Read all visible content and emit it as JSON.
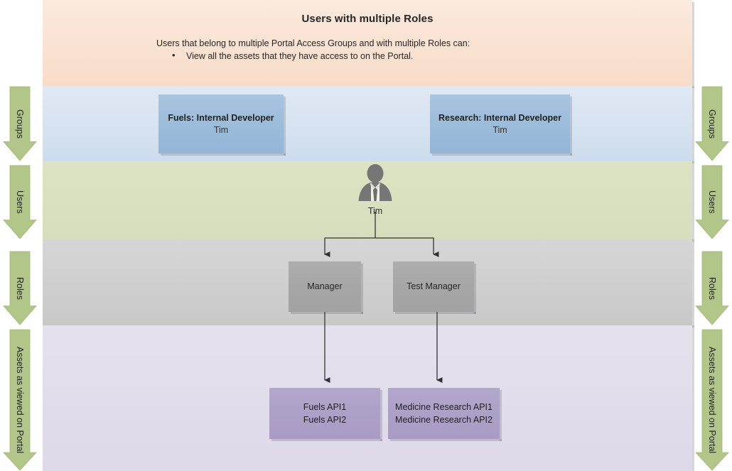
{
  "header": {
    "title": "Users with multiple Roles",
    "intro": "Users that belong to multiple Portal Access Groups and with multiple Roles can:",
    "bullets": [
      "View all the assets that they have access to on the Portal."
    ]
  },
  "swimlanes": [
    {
      "key": "groups",
      "label": "Groups"
    },
    {
      "key": "users",
      "label": "Users"
    },
    {
      "key": "roles",
      "label": "Roles"
    },
    {
      "key": "assets",
      "label": "Assets as viewed on Portal"
    }
  ],
  "groups": [
    {
      "name": "Fuels: Internal Developer",
      "member": "Tim"
    },
    {
      "name": "Research: Internal Developer",
      "member": "Tim"
    }
  ],
  "user": {
    "name": "Tim",
    "icon": "person-silhouette-icon"
  },
  "roles": [
    {
      "label": "Manager"
    },
    {
      "label": "Test Manager"
    }
  ],
  "assets": [
    {
      "lines": [
        "Fuels API1",
        "Fuels API2"
      ]
    },
    {
      "lines": [
        "Medicine Research API1",
        "Medicine Research API2"
      ]
    }
  ],
  "colors": {
    "band_header": "#f9e2d2",
    "band_groups": "#d6e2f0",
    "band_users": "#d9e0c0",
    "band_roles": "#cecece",
    "band_assets": "#e1dceb",
    "group_box": "#9cbcda",
    "role_box": "#a6a6a6",
    "asset_box": "#ada0c7",
    "arrow_green": "#b3c68a",
    "person_gray": "#767676",
    "connector": "#333333"
  }
}
